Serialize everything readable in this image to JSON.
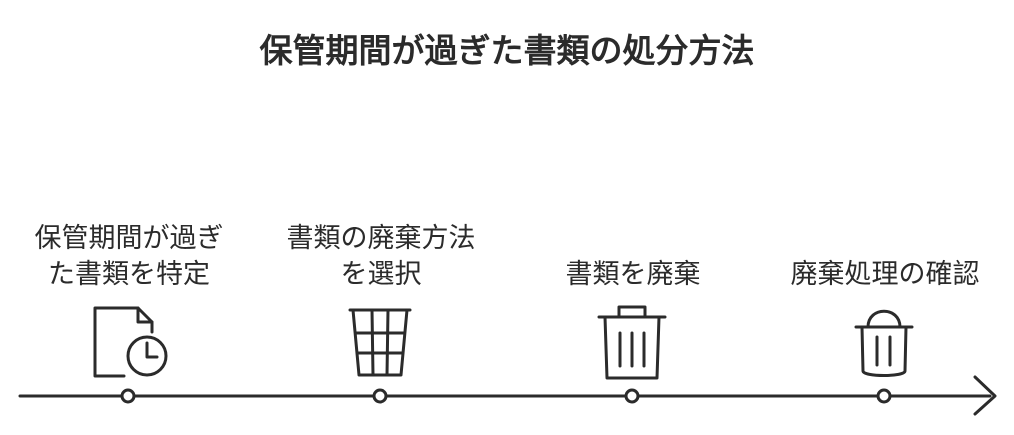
{
  "title": "保管期間が過ぎた書類の処分方法",
  "steps": [
    {
      "lines": [
        "保管期間が過ぎ",
        "た書類を特定"
      ],
      "icon": "document-clock-icon"
    },
    {
      "lines": [
        "書類の廃棄方法",
        "を選択"
      ],
      "icon": "shredder-bin-icon"
    },
    {
      "lines": [
        "書類を廃棄"
      ],
      "icon": "trash-can-icon"
    },
    {
      "lines": [
        "廃棄処理の確認"
      ],
      "icon": "trash-can-check-icon"
    }
  ],
  "colors": {
    "ink": "#2b2b2b",
    "background": "#ffffff"
  }
}
